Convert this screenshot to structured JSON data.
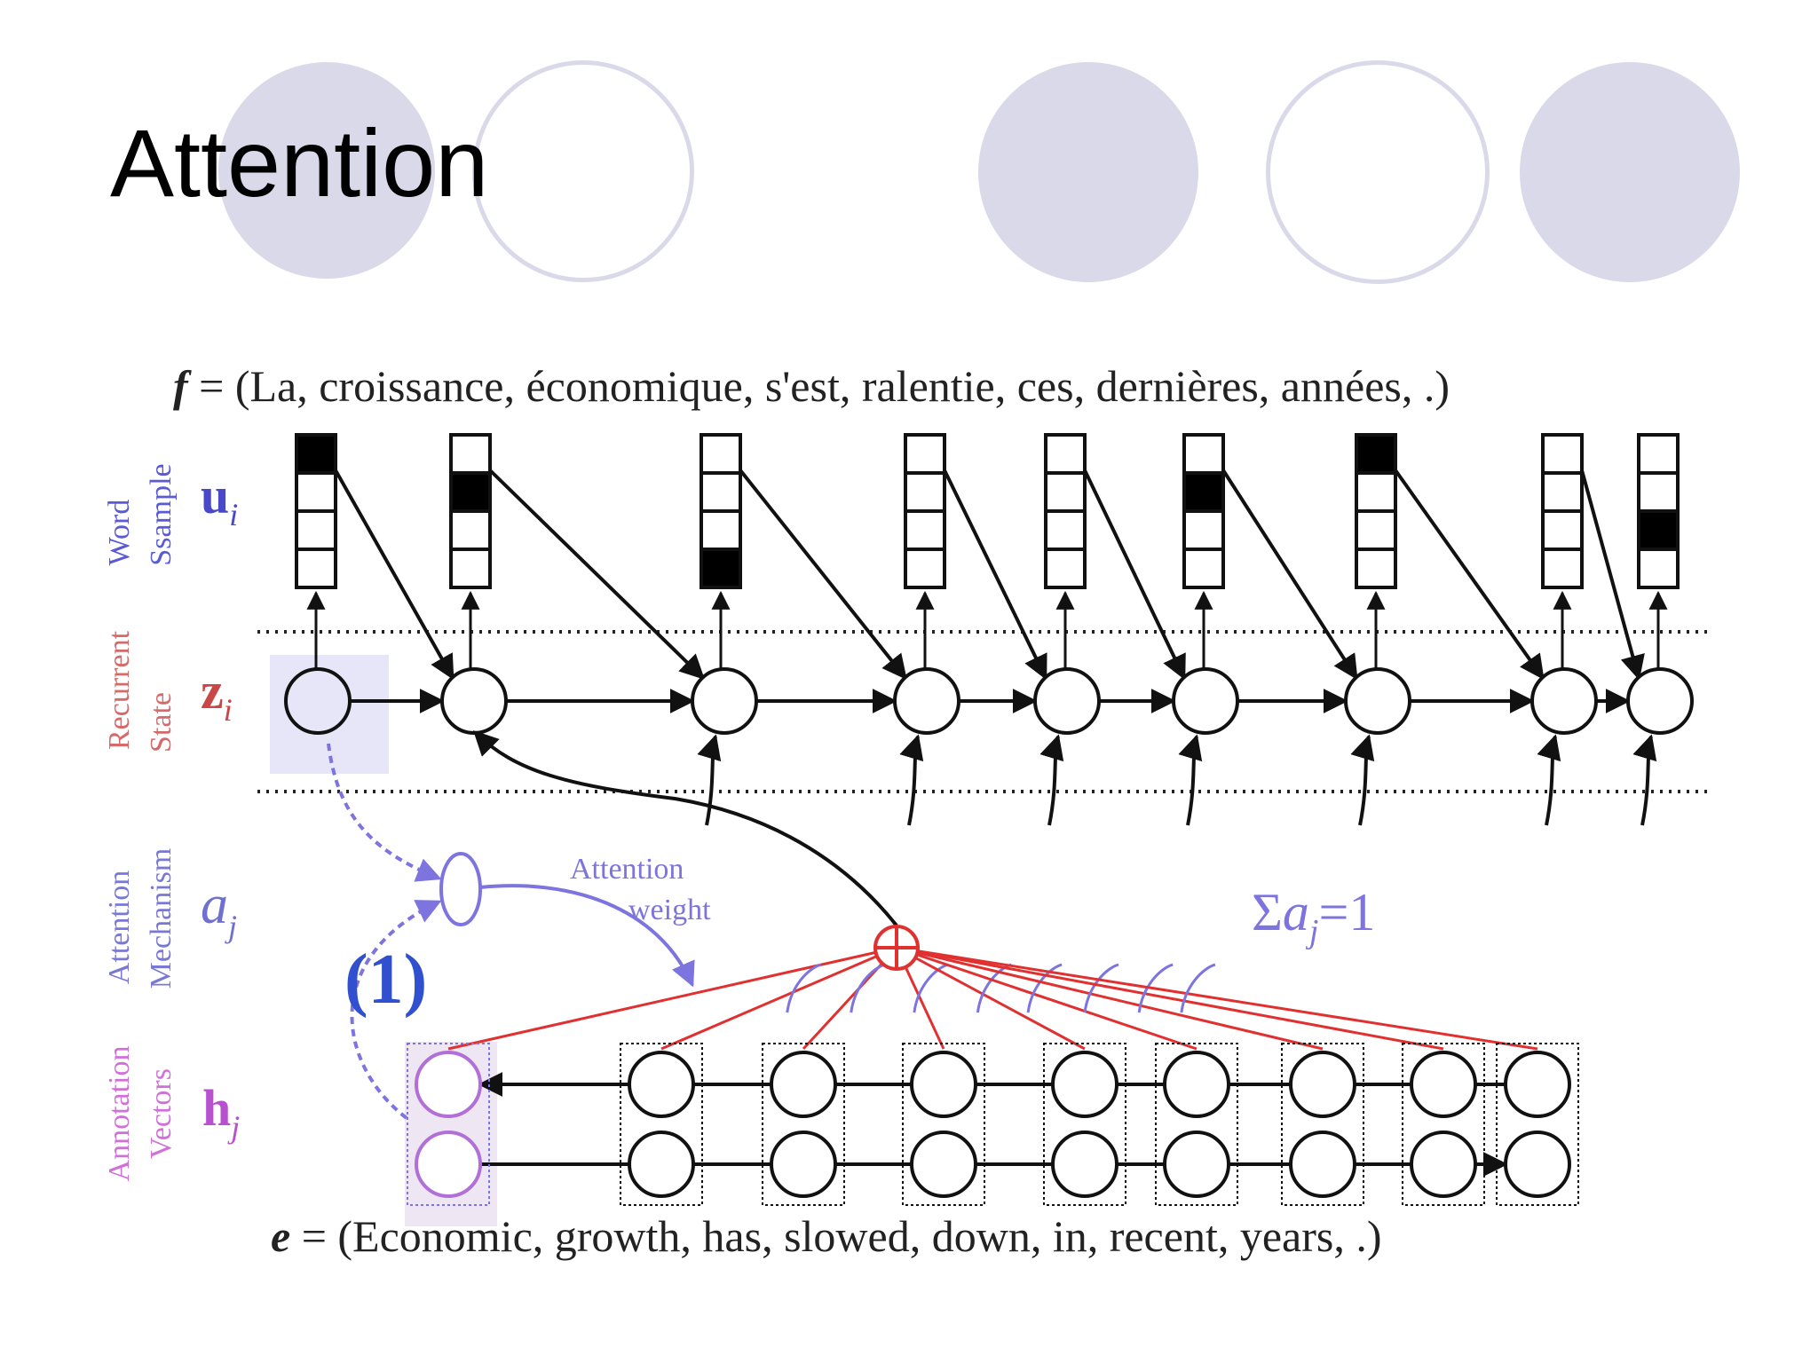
{
  "slide": {
    "title": "Attention",
    "accent_fill": "#d9d9ea"
  },
  "diagram": {
    "f_sentence": {
      "var": "f",
      "rest": " = (La, croissance, économique, s'est, ralentie, ces, dernières, années, .)"
    },
    "e_sentence": {
      "var": "e",
      "rest": " = (Economic, growth, has, slowed, down, in, recent, years, .)"
    },
    "row_labels": {
      "word_sample": {
        "line1": "Word",
        "line2": "Ssample",
        "color": "#5a5ad8"
      },
      "recurrent_state": {
        "line1": "Recurrent",
        "line2": "State",
        "color": "#d46a6a"
      },
      "attention_mechanism": {
        "line1": "Attention",
        "line2": "Mechanism",
        "color": "#7a78d6"
      },
      "annotation_vectors": {
        "line1": "Annotation",
        "line2": "Vectors",
        "color": "#d070d8"
      }
    },
    "symbols": {
      "u": {
        "base": "u",
        "sub": "i",
        "color": "#4848c8"
      },
      "z": {
        "base": "z",
        "sub": "i",
        "color": "#c84848"
      },
      "a": {
        "base": "a",
        "sub": "j",
        "color": "#7070d0"
      },
      "h": {
        "base": "h",
        "sub": "j",
        "color": "#b850d0"
      }
    },
    "attention_weight_label": {
      "line1": "Attention",
      "line2": "weight"
    },
    "sum_label": {
      "prefix": "Σ",
      "var": "a",
      "sub": "j",
      "suffix": "=1"
    },
    "step_label": "(1)",
    "colors": {
      "ink": "#111111",
      "red": "#e03030",
      "purple": "#7d74e0",
      "blue_step": "#3050d0",
      "state_highlight": "#e6e6f8"
    },
    "word_sample_active_cell": [
      0,
      1,
      3,
      null,
      null,
      1,
      0,
      null,
      2
    ]
  }
}
